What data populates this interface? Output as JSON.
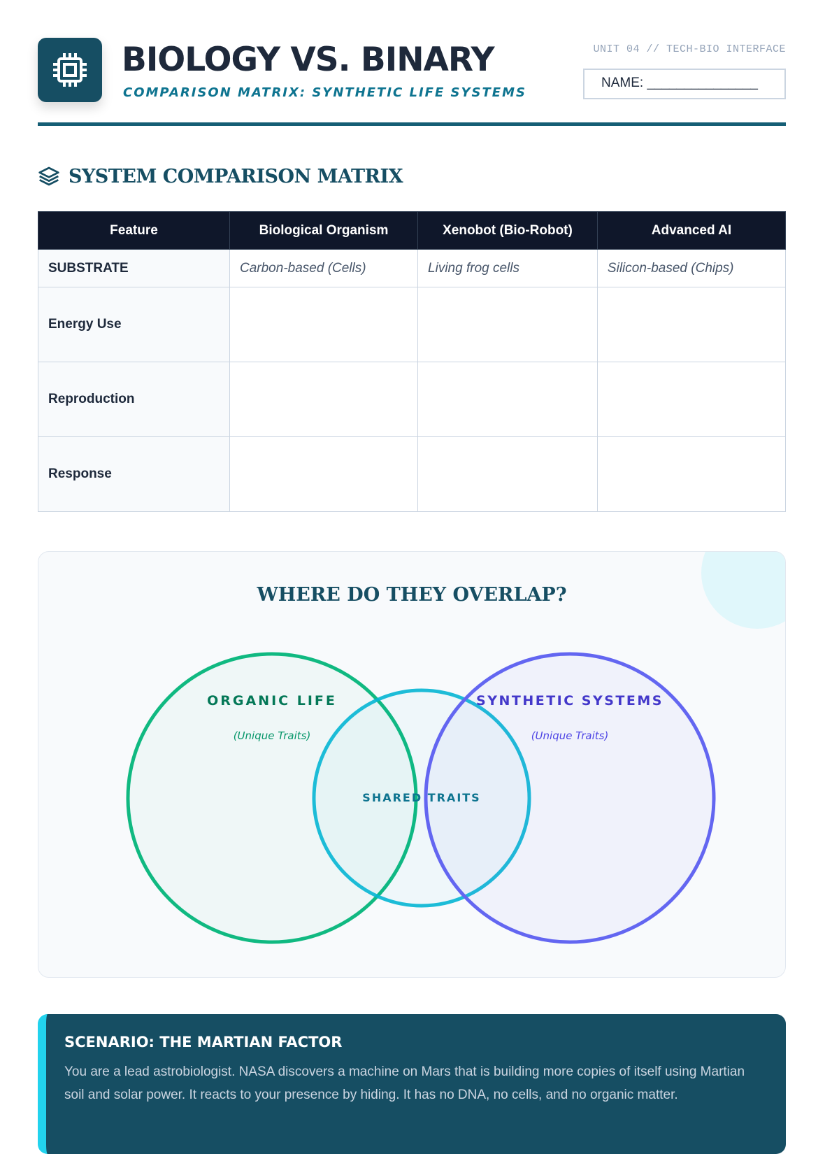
{
  "header": {
    "title": "BIOLOGY VS. BINARY",
    "subtitle": "COMPARISON MATRIX: SYNTHETIC LIFE SYSTEMS",
    "unit": "UNIT 04 // TECH-BIO INTERFACE",
    "name_label": "NAME: _______________"
  },
  "matrix": {
    "section_title": "SYSTEM COMPARISON MATRIX",
    "columns": [
      "Feature",
      "Biological Organism",
      "Xenobot (Bio-Robot)",
      "Advanced AI"
    ],
    "rows": [
      {
        "feature": "SUBSTRATE",
        "cells": [
          "Carbon-based (Cells)",
          "Living frog cells",
          "Silicon-based (Chips)"
        ]
      },
      {
        "feature": "Energy Use",
        "cells": [
          "",
          "",
          ""
        ]
      },
      {
        "feature": "Reproduction",
        "cells": [
          "",
          "",
          ""
        ]
      },
      {
        "feature": "Response",
        "cells": [
          "",
          "",
          ""
        ]
      }
    ]
  },
  "venn": {
    "title": "WHERE DO THEY OVERLAP?",
    "left_label": "ORGANIC LIFE",
    "left_sub": "(Unique Traits)",
    "right_label": "SYNTHETIC SYSTEMS",
    "right_sub": "(Unique Traits)",
    "center_label": "SHARED TRAITS",
    "colors": {
      "left": "#10b981",
      "center": "#06b6d4",
      "right": "#6366f1"
    }
  },
  "scenario": {
    "title": "SCENARIO: THE MARTIAN FACTOR",
    "text": "You are a lead astrobiologist. NASA discovers a machine on Mars that is building more copies of itself using Martian soil and solar power. It reacts to your presence by hiding. It has no DNA, no cells, and no organic matter."
  }
}
